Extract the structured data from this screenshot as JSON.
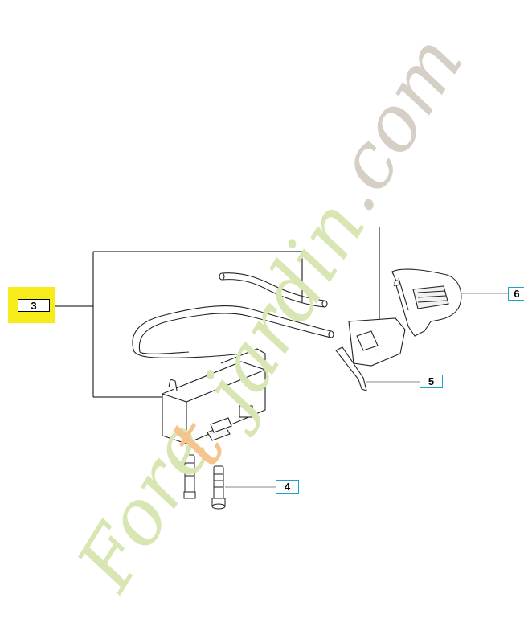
{
  "callouts": [
    {
      "id": "3",
      "label": "3",
      "highlighted": true
    },
    {
      "id": "4",
      "label": "4",
      "highlighted": false
    },
    {
      "id": "5",
      "label": "5",
      "highlighted": false
    },
    {
      "id": "6",
      "label": "6",
      "highlighted": false
    }
  ],
  "watermark": {
    "text": "Foretjardin.com",
    "part1": "Fore",
    "part2": "t",
    "part3": "jardin",
    "part4": ".com"
  },
  "colors": {
    "highlight": "#f7ec19",
    "callout_border": "#1aa3c4",
    "watermark_green": "#d7e6b3",
    "watermark_orange": "#f6c58f",
    "watermark_grey": "#d6cfc6",
    "line": "#000000"
  }
}
